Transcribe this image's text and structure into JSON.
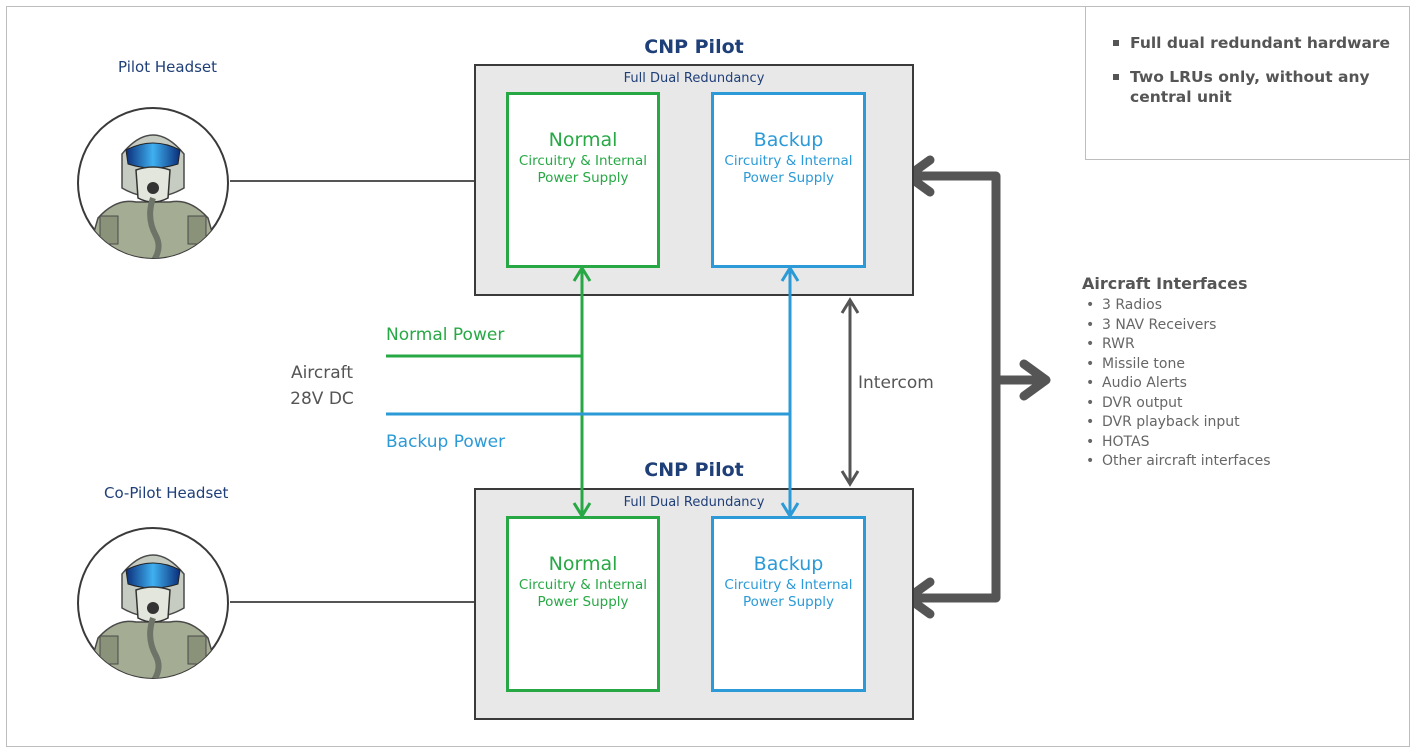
{
  "headsets": {
    "pilot_label": "Pilot Headset",
    "copilot_label": "Co-Pilot Headset",
    "pilot_icon": "pilot-helmet-icon",
    "copilot_icon": "copilot-helmet-icon"
  },
  "units": [
    {
      "title": "CNP Pilot",
      "redundancy": "Full Dual Redundancy",
      "normal": {
        "title": "Normal",
        "desc": "Circuitry & Internal Power Supply"
      },
      "backup": {
        "title": "Backup",
        "desc": "Circuitry & Internal Power Supply"
      }
    },
    {
      "title": "CNP Pilot",
      "redundancy": "Full Dual Redundancy",
      "normal": {
        "title": "Normal",
        "desc": "Circuitry & Internal Power Supply"
      },
      "backup": {
        "title": "Backup",
        "desc": "Circuitry & Internal Power Supply"
      }
    }
  ],
  "power": {
    "normal_label": "Normal Power",
    "backup_label": "Backup Power",
    "aircraft_line1": "Aircraft",
    "aircraft_line2": "28V DC"
  },
  "intercom_label": "Intercom",
  "features": [
    "Full dual redundant hardware",
    "Two LRUs only, without any central unit"
  ],
  "aircraft_interfaces": {
    "title": "Aircraft Interfaces",
    "items": [
      "3 Radios",
      "3 NAV Receivers",
      "RWR",
      "Missile tone",
      "Audio Alerts",
      "DVR output",
      "DVR playback input",
      "HOTAS",
      "Other aircraft interfaces"
    ]
  },
  "colors": {
    "normal": "#27a845",
    "backup": "#2b9ad6",
    "navy": "#1f3f78",
    "gray_line": "#555555",
    "box_fill": "#e8e8e8"
  }
}
